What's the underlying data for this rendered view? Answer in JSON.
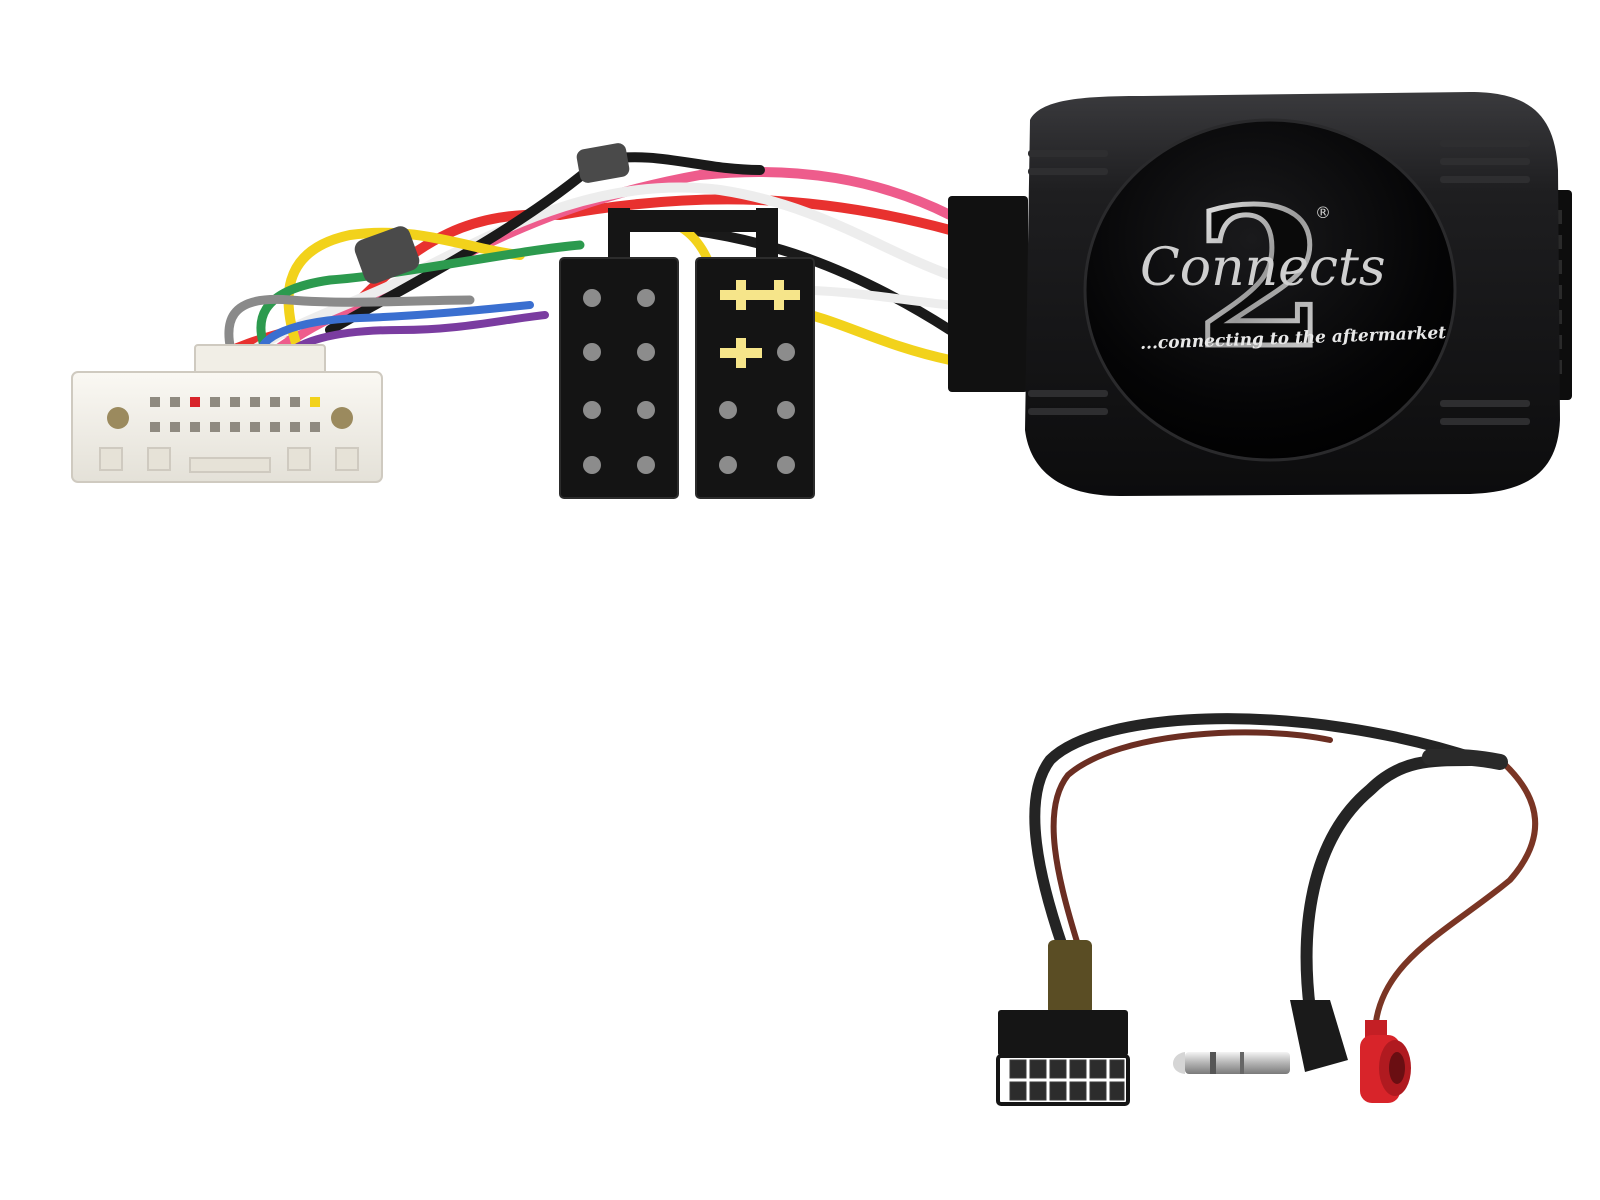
{
  "image": {
    "subject": "Steering wheel control interface adapter with ISO harness, vehicle connector, patch lead, 3.5mm jack and red antenna connector"
  },
  "module": {
    "brand_name": "Connects",
    "brand_mark": "2",
    "registered": "®",
    "tagline": "...connecting to the aftermarket",
    "body_color": "#1c1c1e"
  },
  "wire_colors": {
    "red": "#e8312f",
    "white": "#ededed",
    "pink": "#ee5c8c",
    "yellow": "#f2d21b",
    "black": "#1a1a1a",
    "green": "#2c9a4e",
    "grey": "#8a8a8a",
    "blue": "#3a6fd0",
    "brown": "#7a3524",
    "purple": "#7a3ca0"
  },
  "connectors": {
    "vehicle_connector_color": "#f3f1ea",
    "iso_connector_color": "#141414",
    "antenna_plug_color": "#d8242a"
  },
  "icons": [
    "logo-mark-icon",
    "iso-connector-icon",
    "vehicle-connector-icon",
    "jack-plug-icon",
    "antenna-plug-icon",
    "patch-lead-plug-icon"
  ]
}
